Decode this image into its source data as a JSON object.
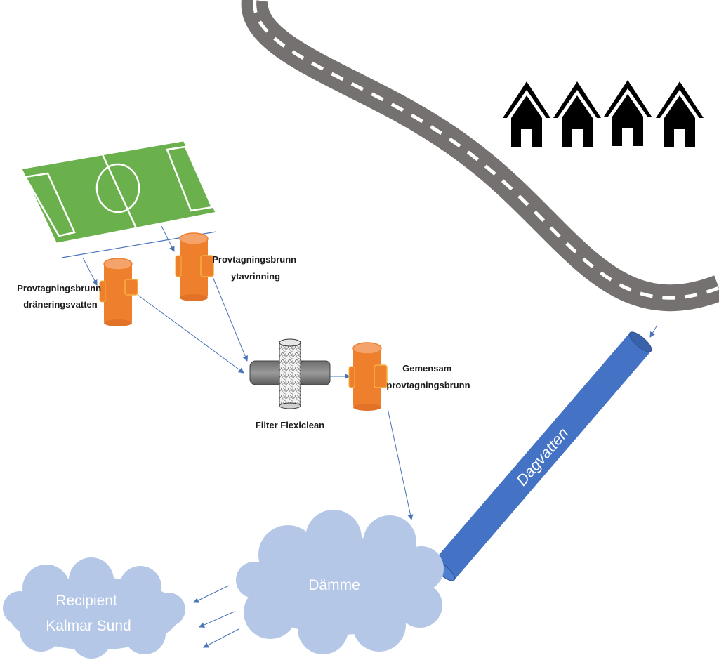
{
  "labels": {
    "well_drainage": [
      "Provtagningsbrunn",
      "dräneringsvatten"
    ],
    "well_surface": [
      "Provtagningsbrunn",
      "ytavrinning"
    ],
    "filter": "Filter Flexiclean",
    "well_common": [
      "Gemensam",
      "provtagningsbrunn"
    ],
    "stormwater": "Dagvatten",
    "pond": "Dämme",
    "recipient": [
      "Recipient",
      "Kalmar Sund"
    ]
  },
  "icons": {
    "field": "football-field-icon",
    "houses": "house-icon",
    "road": "road-icon",
    "well": "sampling-well-icon",
    "filter": "filter-icon",
    "pipe": "pipe-icon",
    "cloud": "cloud-icon"
  },
  "colors": {
    "field_green": "#6ab04c",
    "well_orange": "#ee7f2d",
    "pipe_blue": "#4472c4",
    "cloud_blue": "#b4c7e7",
    "road_gray": "#767171",
    "arrow_blue": "#4a74b8",
    "house_black": "#000000"
  }
}
